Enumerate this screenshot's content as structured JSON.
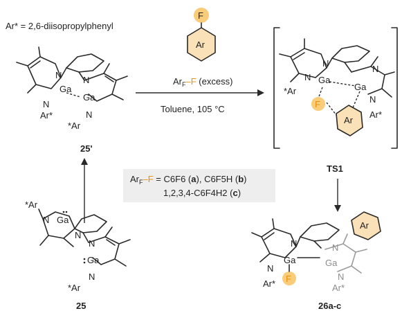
{
  "definition": "Ar* = 2,6-diisopropylphenyl",
  "reagent": {
    "ring_label": "Ar",
    "f_atom": "F",
    "arf_prefix": "Ar",
    "arf_sub": "F",
    "dash": "–",
    "f_label": "F",
    "excess": " (excess)"
  },
  "conditions": "Toluene, 105 °C",
  "substituent_box": {
    "line1_prefix": "Ar",
    "line1_sub": "F",
    "line1_dash": "–",
    "line1_f": "F",
    "line1_rest": " = C",
    "c6f6": "6F6",
    "a": "a",
    "c6f5h": "C6F5H",
    "b": "b",
    "line2": "1,2,3,4-C6F4H2",
    "c": "c"
  },
  "compounds": {
    "c25p": "25'",
    "ts1": "TS1",
    "c25": "25",
    "c26": "26a-c"
  },
  "atoms": {
    "ga": "Ga",
    "n": "N",
    "ar_star": "Ar*",
    "star_ar": "*Ar",
    "f": "F",
    "ar": "Ar"
  },
  "colors": {
    "fluorine": "#e8900f",
    "highlight": "#f7c66a",
    "box_bg": "#eeeeee"
  }
}
